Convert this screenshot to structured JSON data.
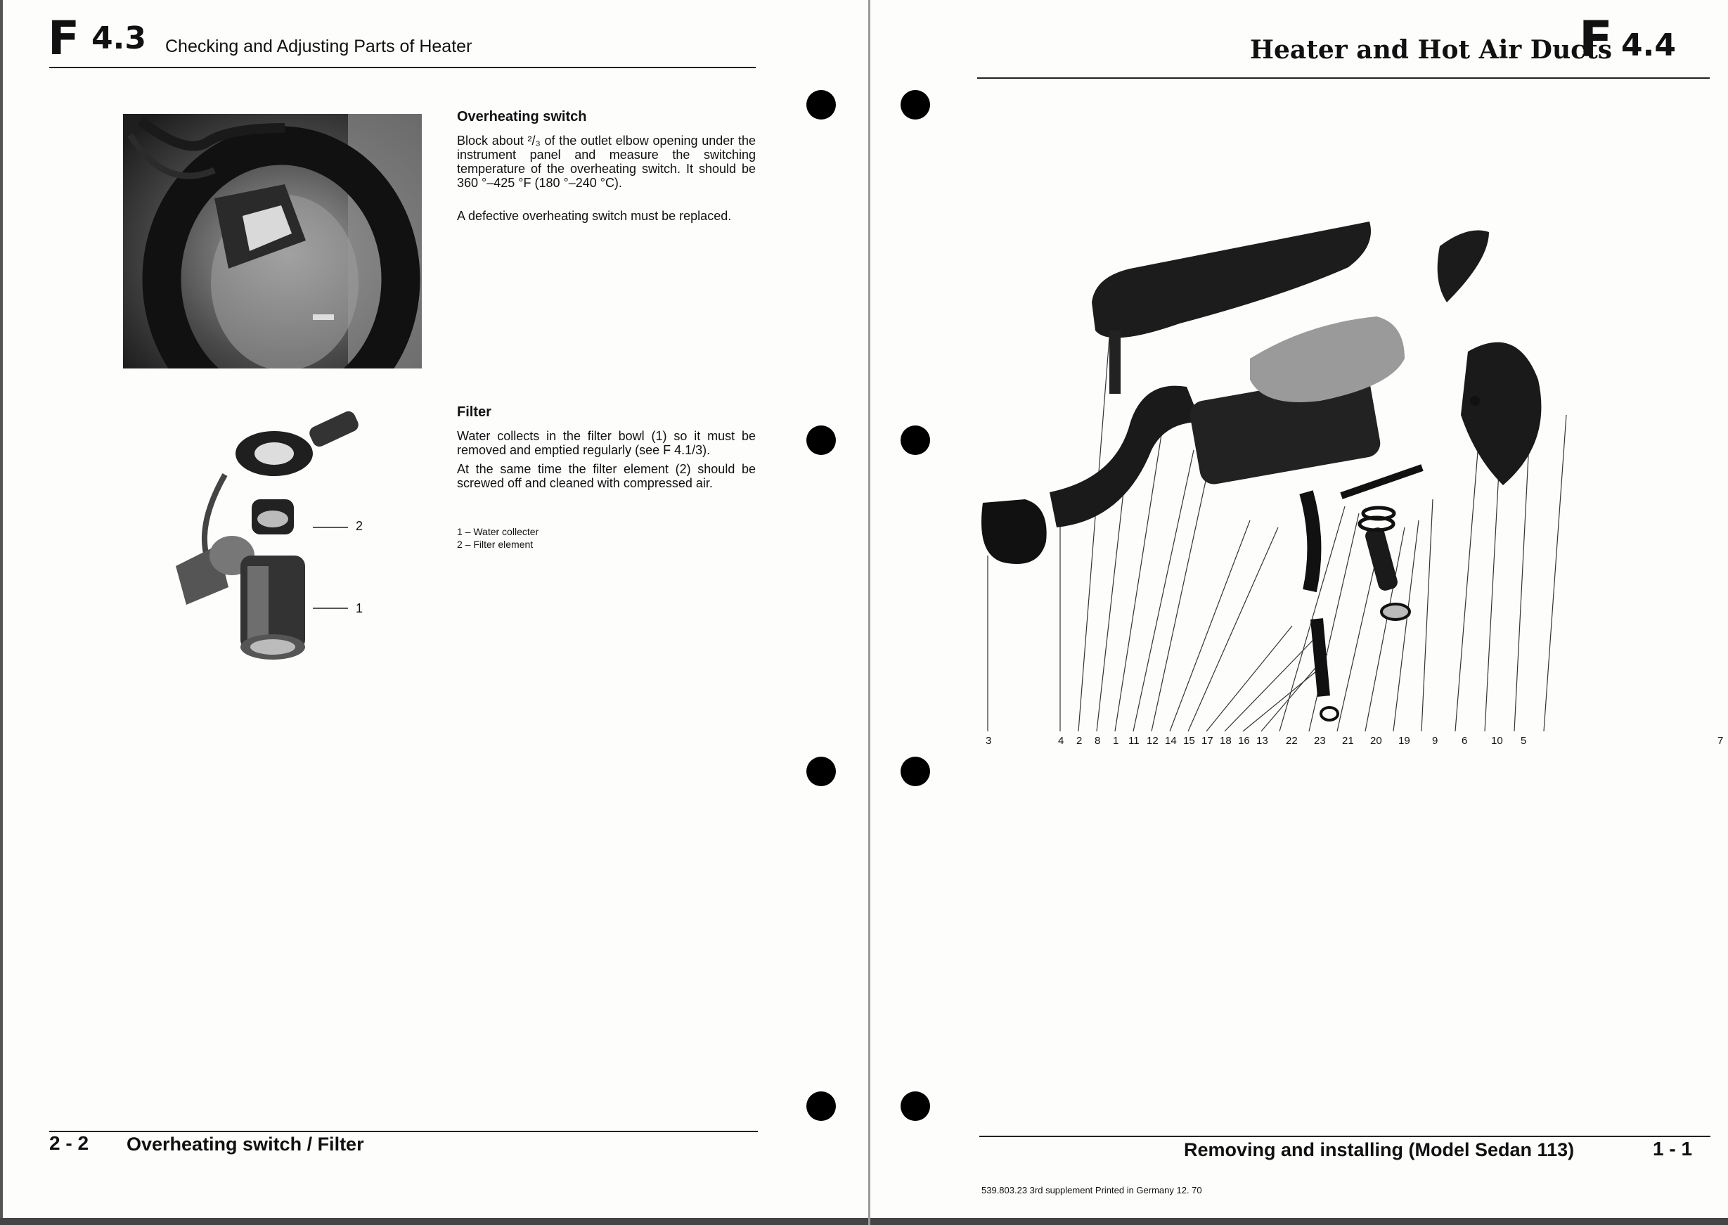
{
  "left": {
    "header": {
      "letter": "F",
      "number": "4.3",
      "title": "Checking and Adjusting Parts of Heater"
    },
    "overheating": {
      "heading": "Overheating switch",
      "p1": "Block about ²/₃ of the outlet elbow opening under the instrument panel and measure the switching temperature of the overheating switch. It should be 360 °–425 °F (180 °–240 °C).",
      "p2": "A defective overheating switch must be replaced."
    },
    "filter": {
      "heading": "Filter",
      "p1": "Water collects in the filter bowl (1) so it must be removed and emptied regularly (see F 4.1/3).",
      "p2": "At the same time the filter element (2) should be screwed off and cleaned with compressed air.",
      "legend": [
        "1 – Water collecter",
        "2 – Filter element"
      ],
      "callouts": [
        "2",
        "1"
      ]
    },
    "footer": {
      "page": "2 - 2",
      "title": "Overheating switch / Filter"
    }
  },
  "right": {
    "header": {
      "title": "Heater and Hot Air Ducts",
      "letter": "F",
      "number": "4.4"
    },
    "parts": [
      "3",
      "4",
      "2",
      "8",
      "1",
      "11",
      "12",
      "14",
      "15",
      "17",
      "18",
      "16",
      "13",
      "22",
      "23",
      "21",
      "20",
      "19",
      "9",
      "6",
      "10",
      "5",
      "7"
    ],
    "footer": {
      "title": "Removing and installing (Model Sedan 113)",
      "page": "1 - 1"
    },
    "imprint": "539.803.23  3rd supplement  Printed in Germany  12. 70"
  }
}
